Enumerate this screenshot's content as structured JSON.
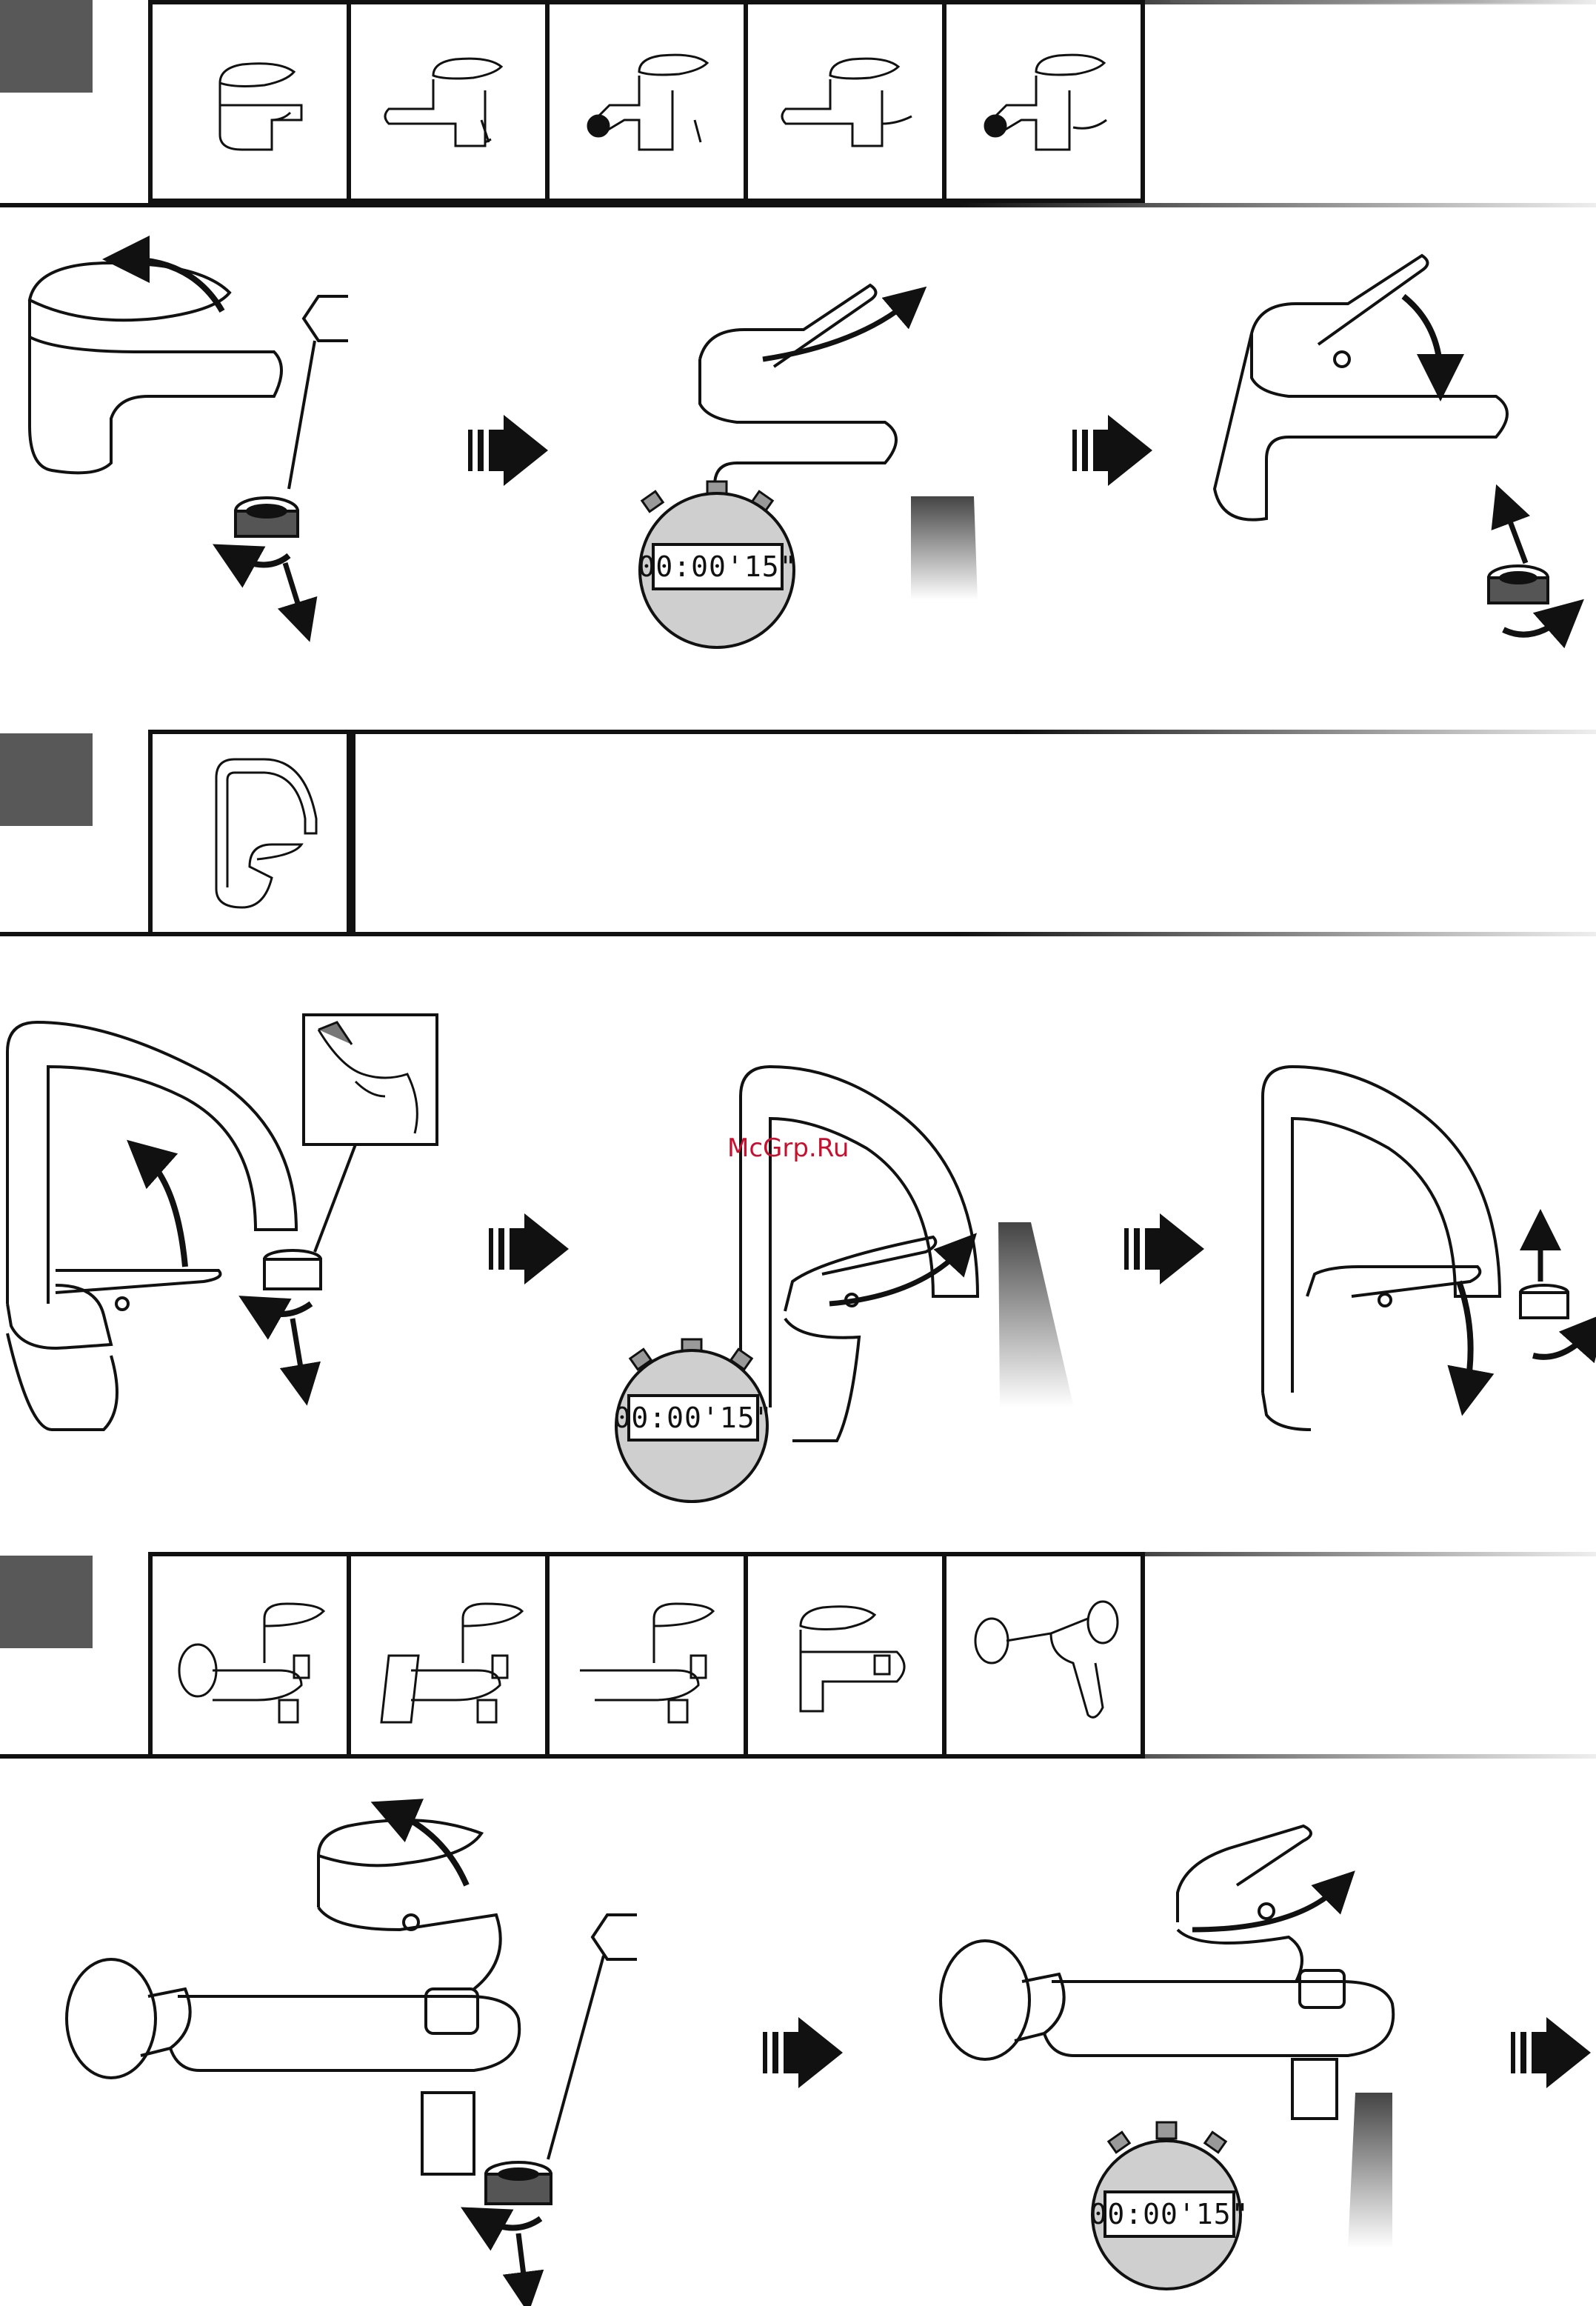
{
  "watermark": "McGrp.Ru",
  "timers": {
    "step1": "00:00'15\"",
    "step2": "00:00'15\"",
    "step3": "00:00'15\""
  },
  "icons": {
    "section_marker": "section-marker-block",
    "arrow": "triple-bar-right-arrow",
    "stopwatch": "stopwatch-icon",
    "aerator": "aerator-icon",
    "hand": "hand-icon"
  },
  "colors": {
    "section_block": "#585858",
    "line": "#111111",
    "watermark": "#c8102e",
    "stopwatch_fill": "#cfcfcf"
  }
}
